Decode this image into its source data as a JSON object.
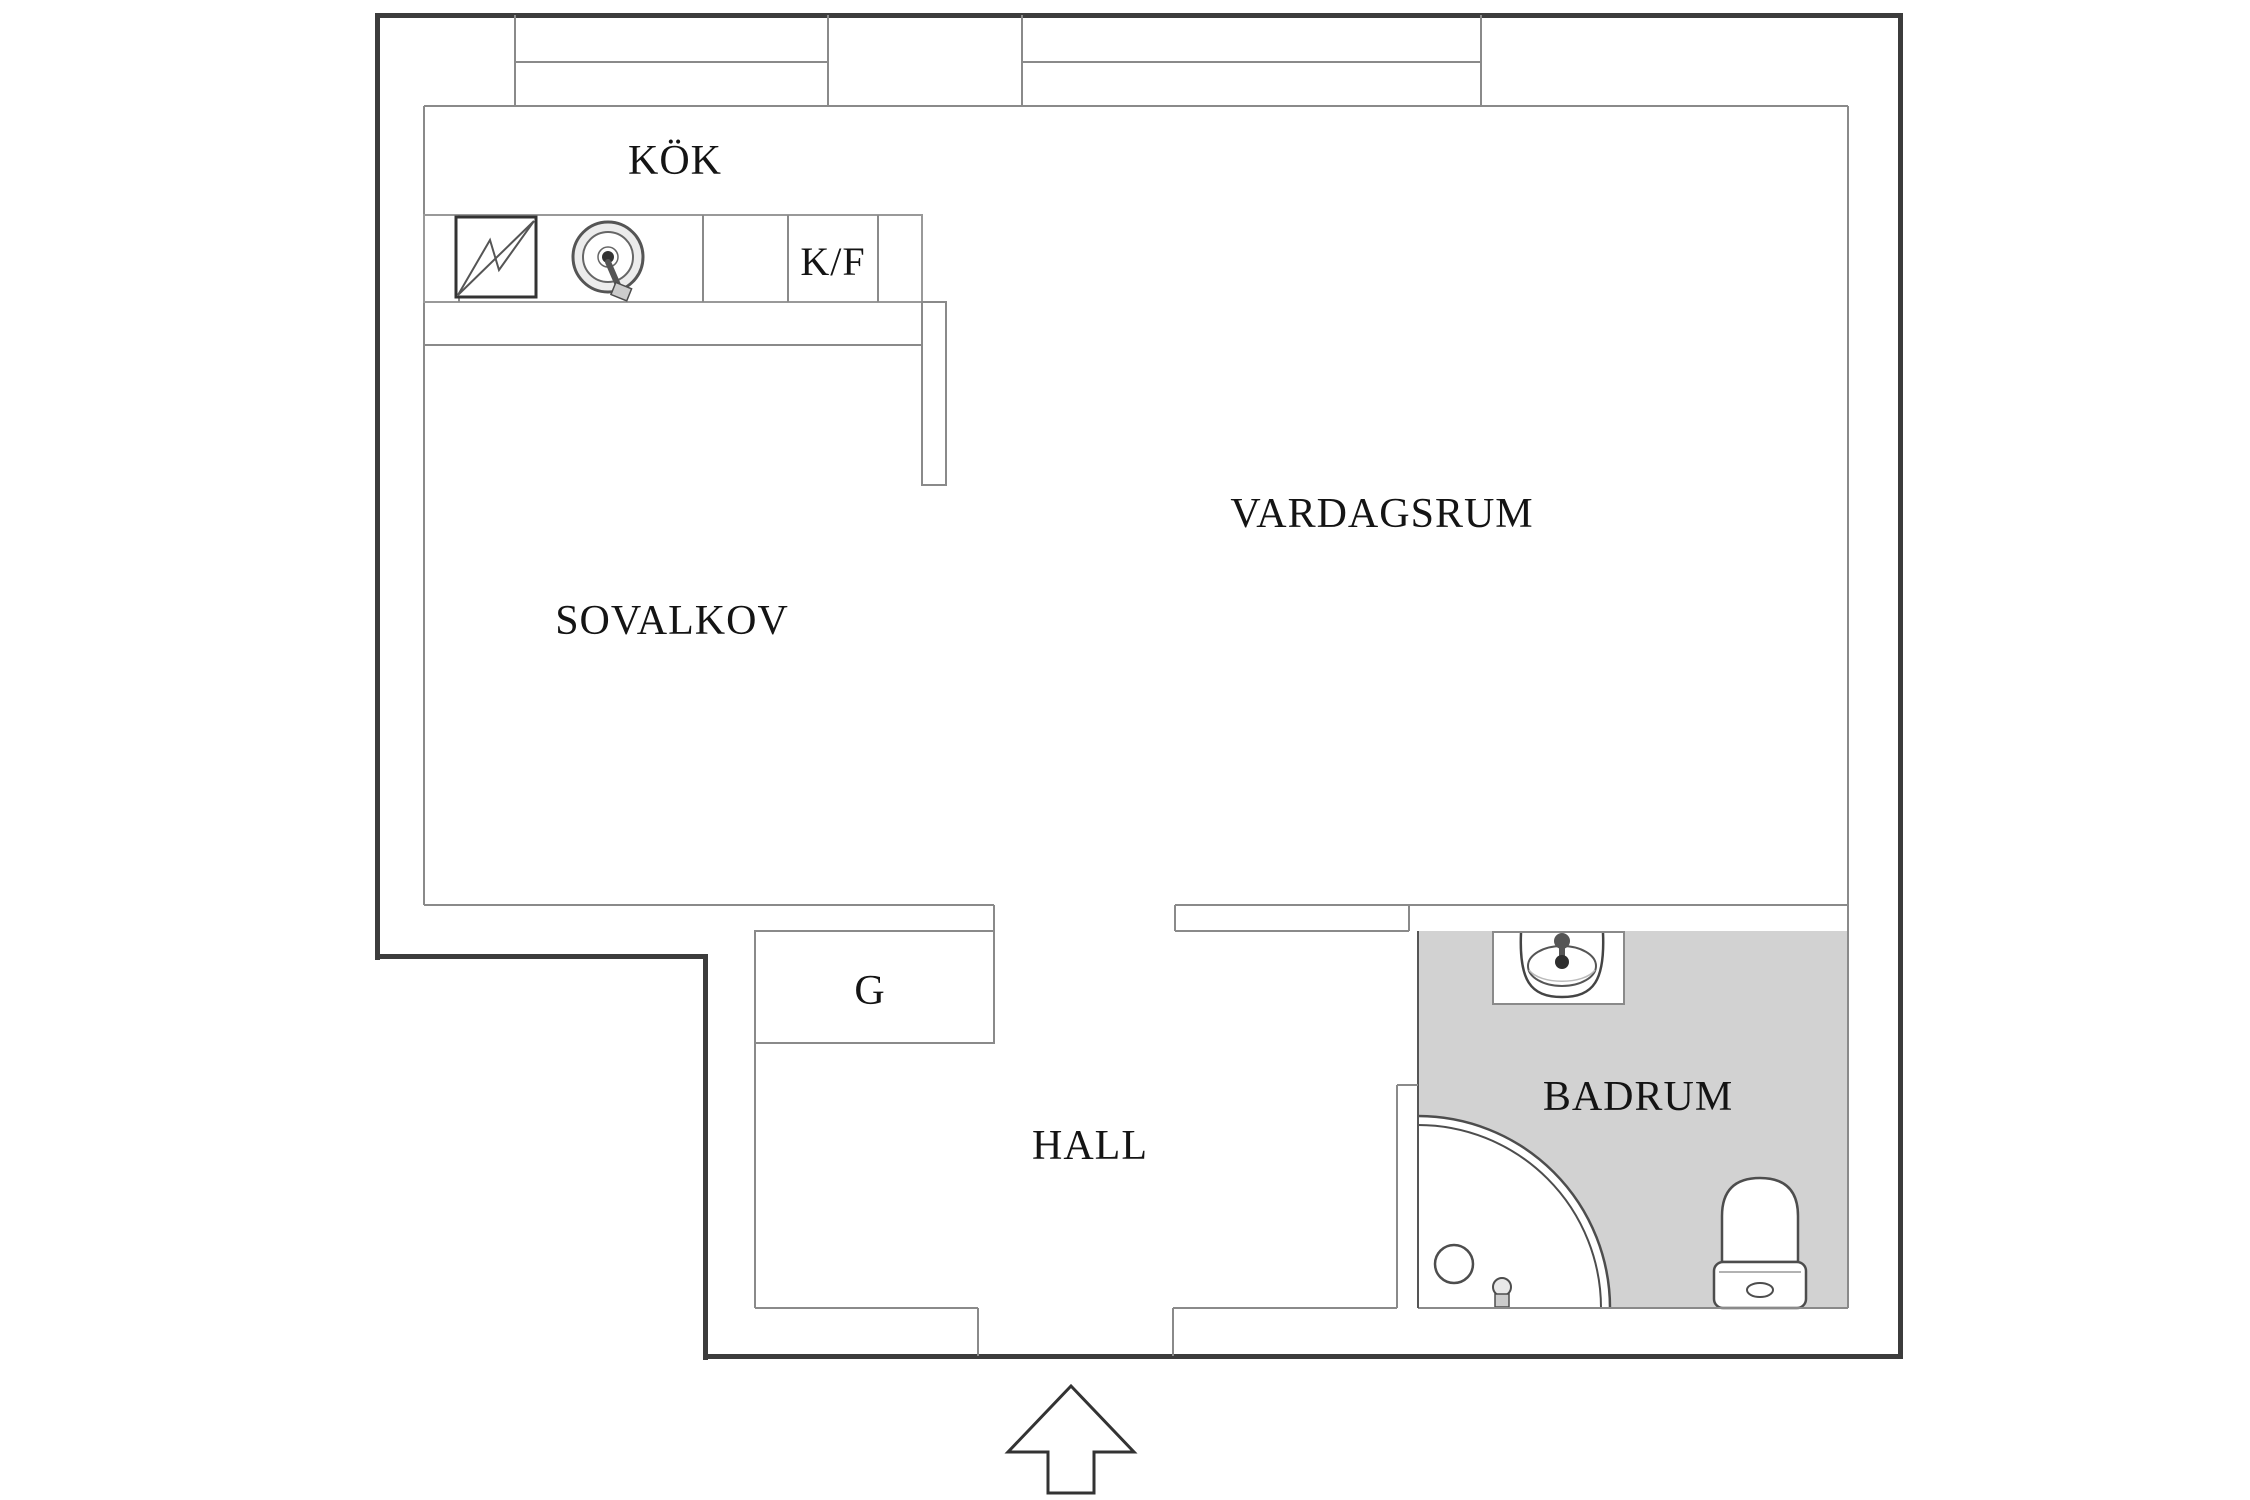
{
  "plan": {
    "type": "apartment-floor-plan",
    "rooms": {
      "kok": {
        "label": "KÖK"
      },
      "sovalkov": {
        "label": "SOVALKOV"
      },
      "vardagsrum": {
        "label": "VARDAGSRUM"
      },
      "hall": {
        "label": "HALL"
      },
      "badrum": {
        "label": "BADRUM"
      },
      "garderob": {
        "label": "G"
      }
    },
    "appliances": {
      "fridge_freezer_label": "K/F"
    },
    "icons": [
      "stove-icon",
      "kitchen-sink-icon",
      "bathroom-sink-icon",
      "shower-icon",
      "shower-drain-icon",
      "shower-tap-icon",
      "toilet-icon",
      "window-bay-icon",
      "entrance-arrow-icon"
    ],
    "colors": {
      "background": "#ffffff",
      "bathroom_floor": "#d2d2d2",
      "outer_wall": "#3c3c3c",
      "inner_line": "#8a8a8a",
      "fixture_line": "#4d4d4d",
      "text": "#141414"
    }
  }
}
